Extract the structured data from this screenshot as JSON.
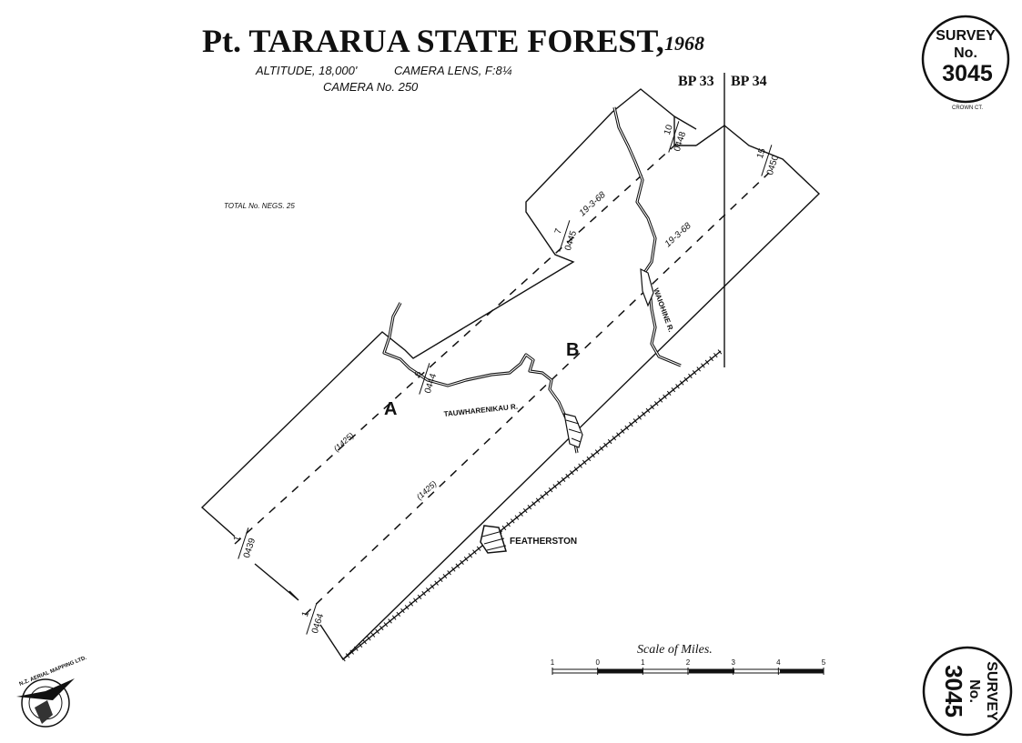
{
  "title": {
    "main": "Pt. TARARUA STATE FOREST,",
    "year": "1968"
  },
  "subtitle": {
    "altitude": "ALTITUDE, 18,000'",
    "lens": "CAMERA LENS, F:8¼",
    "camera": "CAMERA No. 250"
  },
  "sheet_labels": {
    "left": "BP 33",
    "right": "BP 34"
  },
  "total_negs": "TOTAL No. NEGS. 25",
  "survey_badge_top": {
    "line1": "SURVEY",
    "line2": "No.",
    "line3": "3045",
    "note": "CROWN CT."
  },
  "survey_badge_bottom": {
    "line1": "SURVEY",
    "line2": "No.",
    "line3": "3045"
  },
  "runs": [
    {
      "name": "A",
      "altitude_label": "(1425)",
      "date": "19-3-68"
    },
    {
      "name": "B",
      "altitude_label": "(1425)",
      "date": "19-3-68"
    }
  ],
  "exposures": [
    {
      "frame": "1",
      "neg": "0439"
    },
    {
      "frame": "6",
      "neg": "0444"
    },
    {
      "frame": "7",
      "neg": "0445"
    },
    {
      "frame": "10",
      "neg": "0448"
    },
    {
      "frame": "15",
      "neg": "0450"
    },
    {
      "frame": "1",
      "neg": "0464"
    }
  ],
  "places": {
    "river_west": "TAUWHARENIKAU R.",
    "river_east": "WAIOHINE R.",
    "town": "FEATHERSTON"
  },
  "scale": {
    "title": "Scale of Miles.",
    "ticks": [
      "1",
      "0",
      "1",
      "2",
      "3",
      "4",
      "5"
    ]
  },
  "logo_text": "N.Z. AERIAL MAPPING LTD."
}
